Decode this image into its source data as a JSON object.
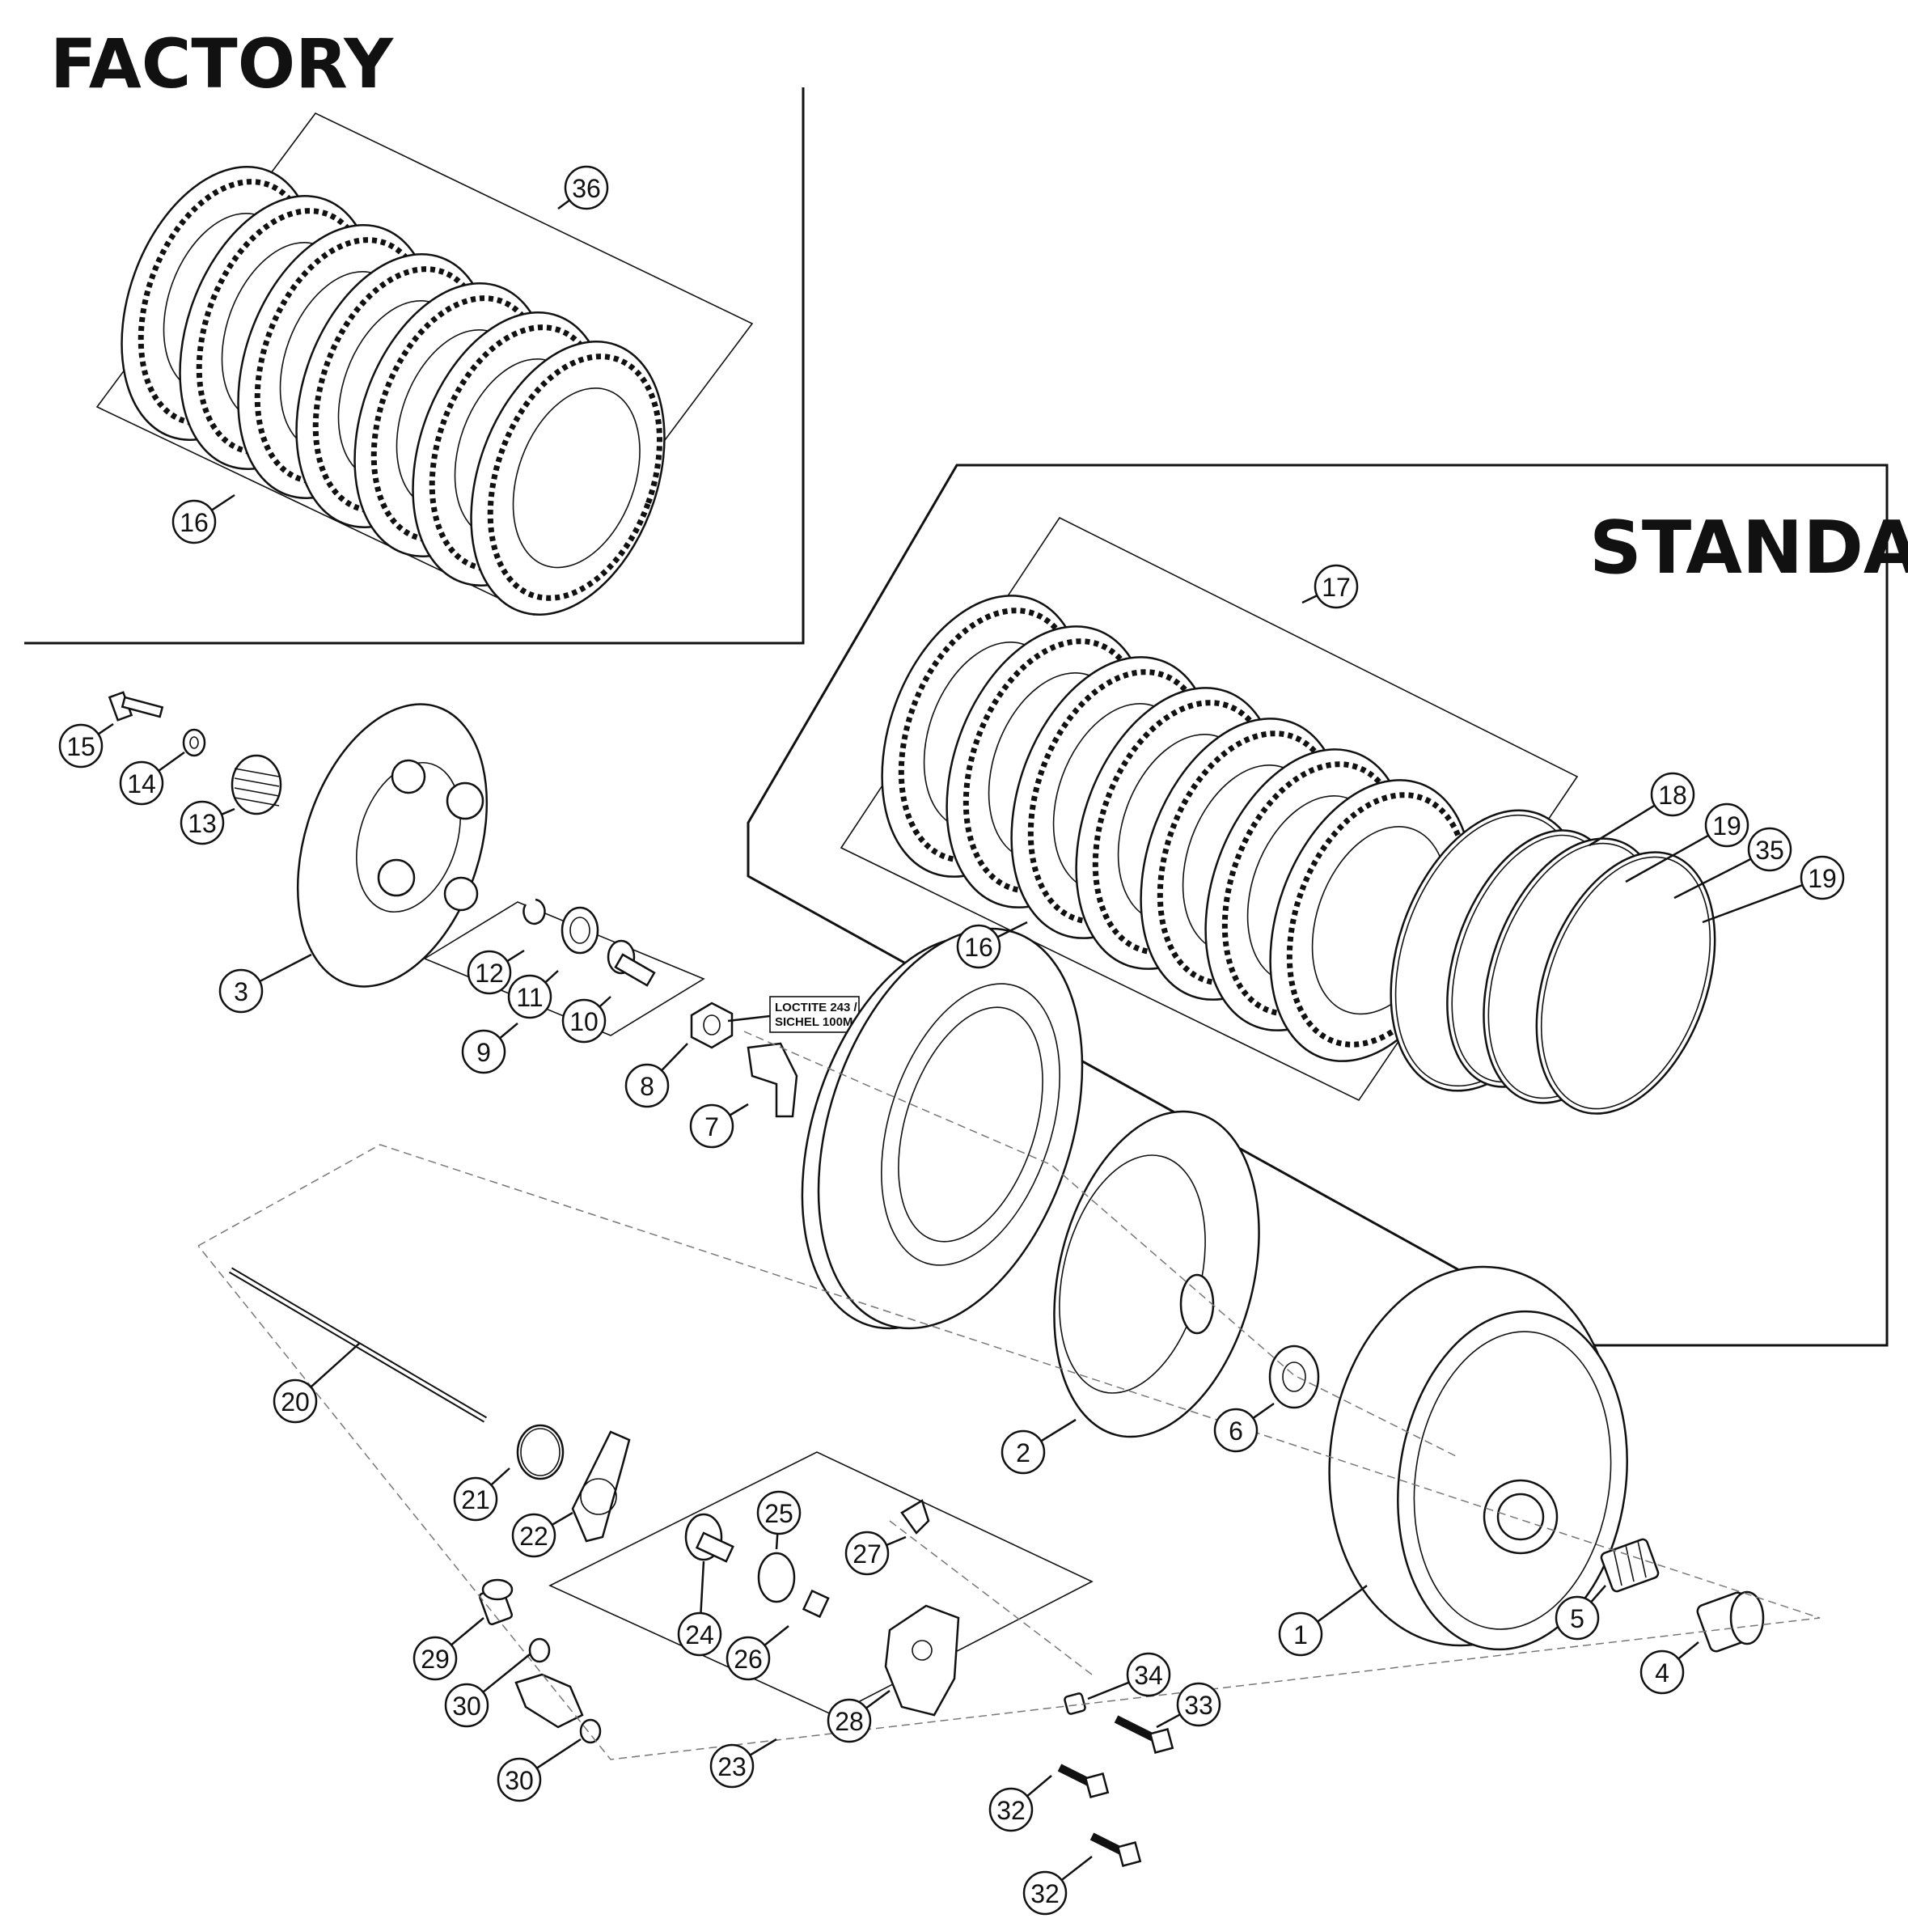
{
  "groups": {
    "factory": "FACTORY",
    "standard": "STANDARD"
  },
  "note": {
    "line1": "LOCTITE 243 /",
    "line2": "SICHEL 100M"
  },
  "callouts": [
    {
      "id": "c36",
      "label": "36",
      "icon": "clutch-disc-set"
    },
    {
      "id": "c16a",
      "label": "16",
      "icon": "steel-disc-set"
    },
    {
      "id": "c17",
      "label": "17",
      "icon": "friction-disc-set"
    },
    {
      "id": "c16b",
      "label": "16",
      "icon": "steel-disc-set"
    },
    {
      "id": "c18",
      "label": "18",
      "icon": "damper-disc"
    },
    {
      "id": "c19a",
      "label": "19",
      "icon": "spring-ring"
    },
    {
      "id": "c35",
      "label": "35",
      "icon": "disc-spring"
    },
    {
      "id": "c19b",
      "label": "19",
      "icon": "spring-ring"
    },
    {
      "id": "c15",
      "label": "15",
      "icon": "bolt"
    },
    {
      "id": "c14",
      "label": "14",
      "icon": "washer"
    },
    {
      "id": "c13",
      "label": "13",
      "icon": "clutch-spring"
    },
    {
      "id": "c3",
      "label": "3",
      "icon": "pressure-plate"
    },
    {
      "id": "c12",
      "label": "12",
      "icon": "circlip"
    },
    {
      "id": "c11",
      "label": "11",
      "icon": "bearing"
    },
    {
      "id": "c10",
      "label": "10",
      "icon": "pressure-piece"
    },
    {
      "id": "c9",
      "label": "9",
      "icon": "pressure-cap-kit"
    },
    {
      "id": "c8",
      "label": "8",
      "icon": "hex-nut"
    },
    {
      "id": "c7",
      "label": "7",
      "icon": "lock-washer"
    },
    {
      "id": "c20",
      "label": "20",
      "icon": "push-rod"
    },
    {
      "id": "c2",
      "label": "2",
      "icon": "inner-clutch-hub"
    },
    {
      "id": "c6",
      "label": "6",
      "icon": "thrust-washer"
    },
    {
      "id": "c1",
      "label": "1",
      "icon": "outer-clutch-basket"
    },
    {
      "id": "c5",
      "label": "5",
      "icon": "needle-bearing"
    },
    {
      "id": "c4",
      "label": "4",
      "icon": "bushing"
    },
    {
      "id": "c21",
      "label": "21",
      "icon": "o-ring"
    },
    {
      "id": "c22",
      "label": "22",
      "icon": "gasket"
    },
    {
      "id": "c25",
      "label": "25",
      "icon": "o-ring"
    },
    {
      "id": "c24",
      "label": "24",
      "icon": "slave-piston"
    },
    {
      "id": "c26",
      "label": "26",
      "icon": "spring"
    },
    {
      "id": "c27",
      "label": "27",
      "icon": "bleeder-valve"
    },
    {
      "id": "c28",
      "label": "28",
      "icon": "slave-cylinder"
    },
    {
      "id": "c23",
      "label": "23",
      "icon": "slave-cylinder-kit"
    },
    {
      "id": "c29",
      "label": "29",
      "icon": "banjo-bolt"
    },
    {
      "id": "c30a",
      "label": "30",
      "icon": "seal-ring"
    },
    {
      "id": "c30b",
      "label": "30",
      "icon": "seal-ring"
    },
    {
      "id": "c34",
      "label": "34",
      "icon": "dowel"
    },
    {
      "id": "c33",
      "label": "33",
      "icon": "screw"
    },
    {
      "id": "c32a",
      "label": "32",
      "icon": "screw"
    },
    {
      "id": "c32b",
      "label": "32",
      "icon": "screw"
    }
  ]
}
